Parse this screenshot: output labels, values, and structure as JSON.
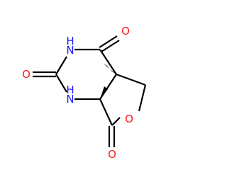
{
  "molecule": {
    "atoms": [
      {
        "id": "H1",
        "symbol": "H",
        "color": "#1a1aff"
      },
      {
        "id": "N1",
        "symbol": "N",
        "color": "#1a1aff"
      },
      {
        "id": "H2",
        "symbol": "H",
        "color": "#1a1aff"
      },
      {
        "id": "N2",
        "symbol": "N",
        "color": "#1a1aff"
      },
      {
        "id": "O1",
        "symbol": "O",
        "color": "#ff1a1a"
      },
      {
        "id": "O2",
        "symbol": "O",
        "color": "#ff1a1a"
      },
      {
        "id": "O3",
        "symbol": "O",
        "color": "#ff1a1a"
      },
      {
        "id": "O4",
        "symbol": "O",
        "color": "#ff1a1a"
      }
    ],
    "bond_color": "#000000",
    "stereo_style": "bold-wedge"
  }
}
